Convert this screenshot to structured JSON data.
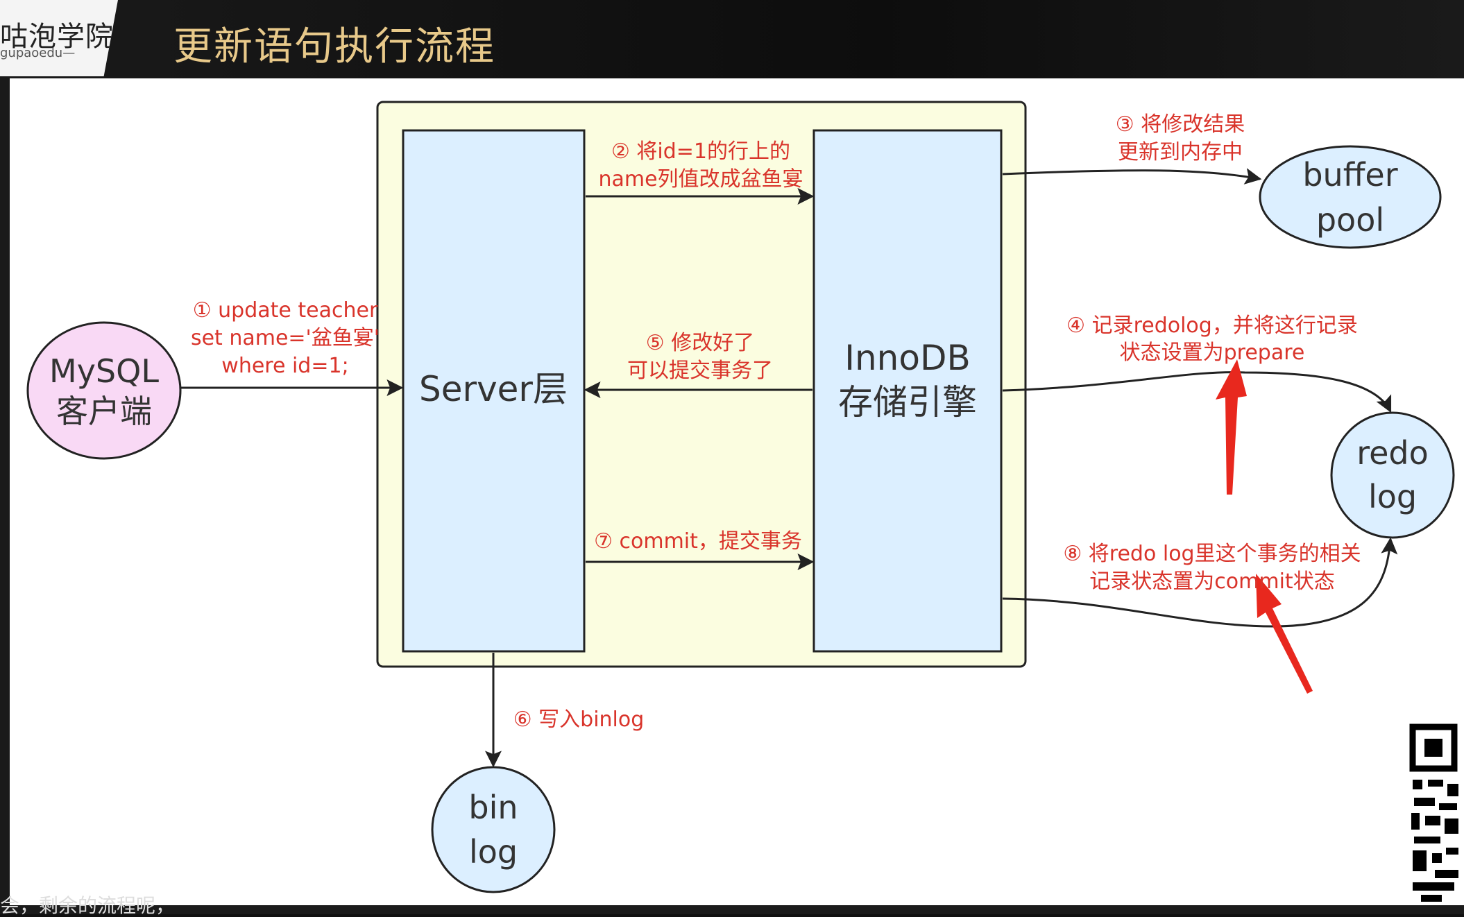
{
  "header": {
    "logo_cn": "咕泡学院",
    "logo_en": "gupaoedu—",
    "title": "更新语句执行流程"
  },
  "nodes": {
    "client": [
      "MySQL",
      "客户端"
    ],
    "server": "Server层",
    "innodb": [
      "InnoDB",
      "存储引擎"
    ],
    "buffer_pool": [
      "buffer",
      "pool"
    ],
    "redo_log": [
      "redo",
      "log"
    ],
    "bin_log": [
      "bin",
      "log"
    ]
  },
  "steps": {
    "s1": [
      "① update teacher",
      "set name='盆鱼宴'",
      "where id=1;"
    ],
    "s2": [
      "② 将id=1的行上的",
      "name列值改成盆鱼宴"
    ],
    "s3": [
      "③ 将修改结果",
      "更新到内存中"
    ],
    "s4": [
      "④ 记录redolog，并将这行记录",
      "状态设置为prepare"
    ],
    "s5": [
      "⑤ 修改好了",
      "可以提交事务了"
    ],
    "s6": "⑥ 写入binlog",
    "s7": "⑦ commit，提交事务",
    "s8": [
      "⑧ 将redo log里这个事务的相关",
      "记录状态置为commit状态"
    ]
  },
  "colors": {
    "label_red": "#d9342b",
    "arrow_red": "#e8281e",
    "node_blue": "#dcefff",
    "client_pink": "#f9d9f5",
    "container": "#fbfde0"
  },
  "footer": {
    "subtitle_partial": "会，剩余的流程呢，"
  }
}
